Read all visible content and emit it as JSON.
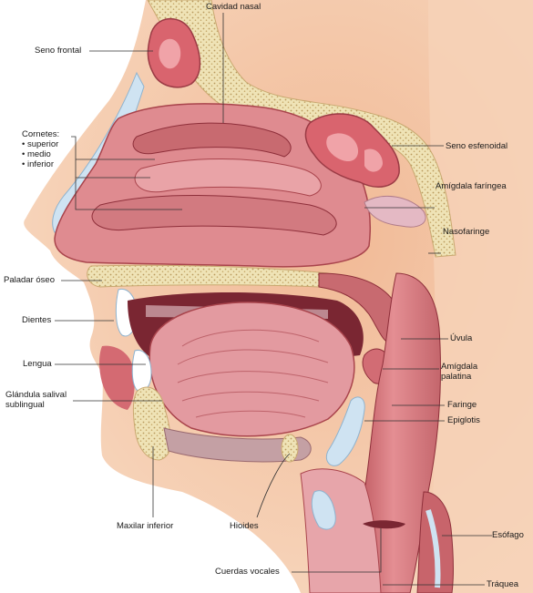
{
  "labels": {
    "cavidad_nasal": "Cavidad nasal",
    "seno_frontal": "Seno frontal",
    "cornetes": [
      "Cornetes:",
      "• superior",
      "• medio",
      "• inferior"
    ],
    "seno_esfenoidal": "Seno esfenoidal",
    "amigdala_faringea": "Amígdala faríngea",
    "nasofaringe": "Nasofaringe",
    "paladar_oseo": "Paladar óseo",
    "dientes": "Dientes",
    "uvula": "Úvula",
    "lengua": "Lengua",
    "amigdala_palatina": [
      "Amígdala",
      "palatina"
    ],
    "glandula_salival": [
      "Glándula salival",
      "sublingual"
    ],
    "faringe": "Faringe",
    "epiglotis": "Epiglotis",
    "maxilar_inferior": "Maxilar inferior",
    "hioides": "Hioides",
    "esofago": "Esófago",
    "cuerdas_vocales": "Cuerdas vocales",
    "traquea": "Tráquea"
  },
  "colors": {
    "skin": "#f3c9a6",
    "tissue": "#c96a6f",
    "mucosa": "#e59aa0",
    "dark_tissue": "#8e2f3a",
    "bone": "#efe3b6",
    "bone_dots": "#b99a5e",
    "cartilage": "#cfe3f2",
    "leader": "#333333"
  }
}
